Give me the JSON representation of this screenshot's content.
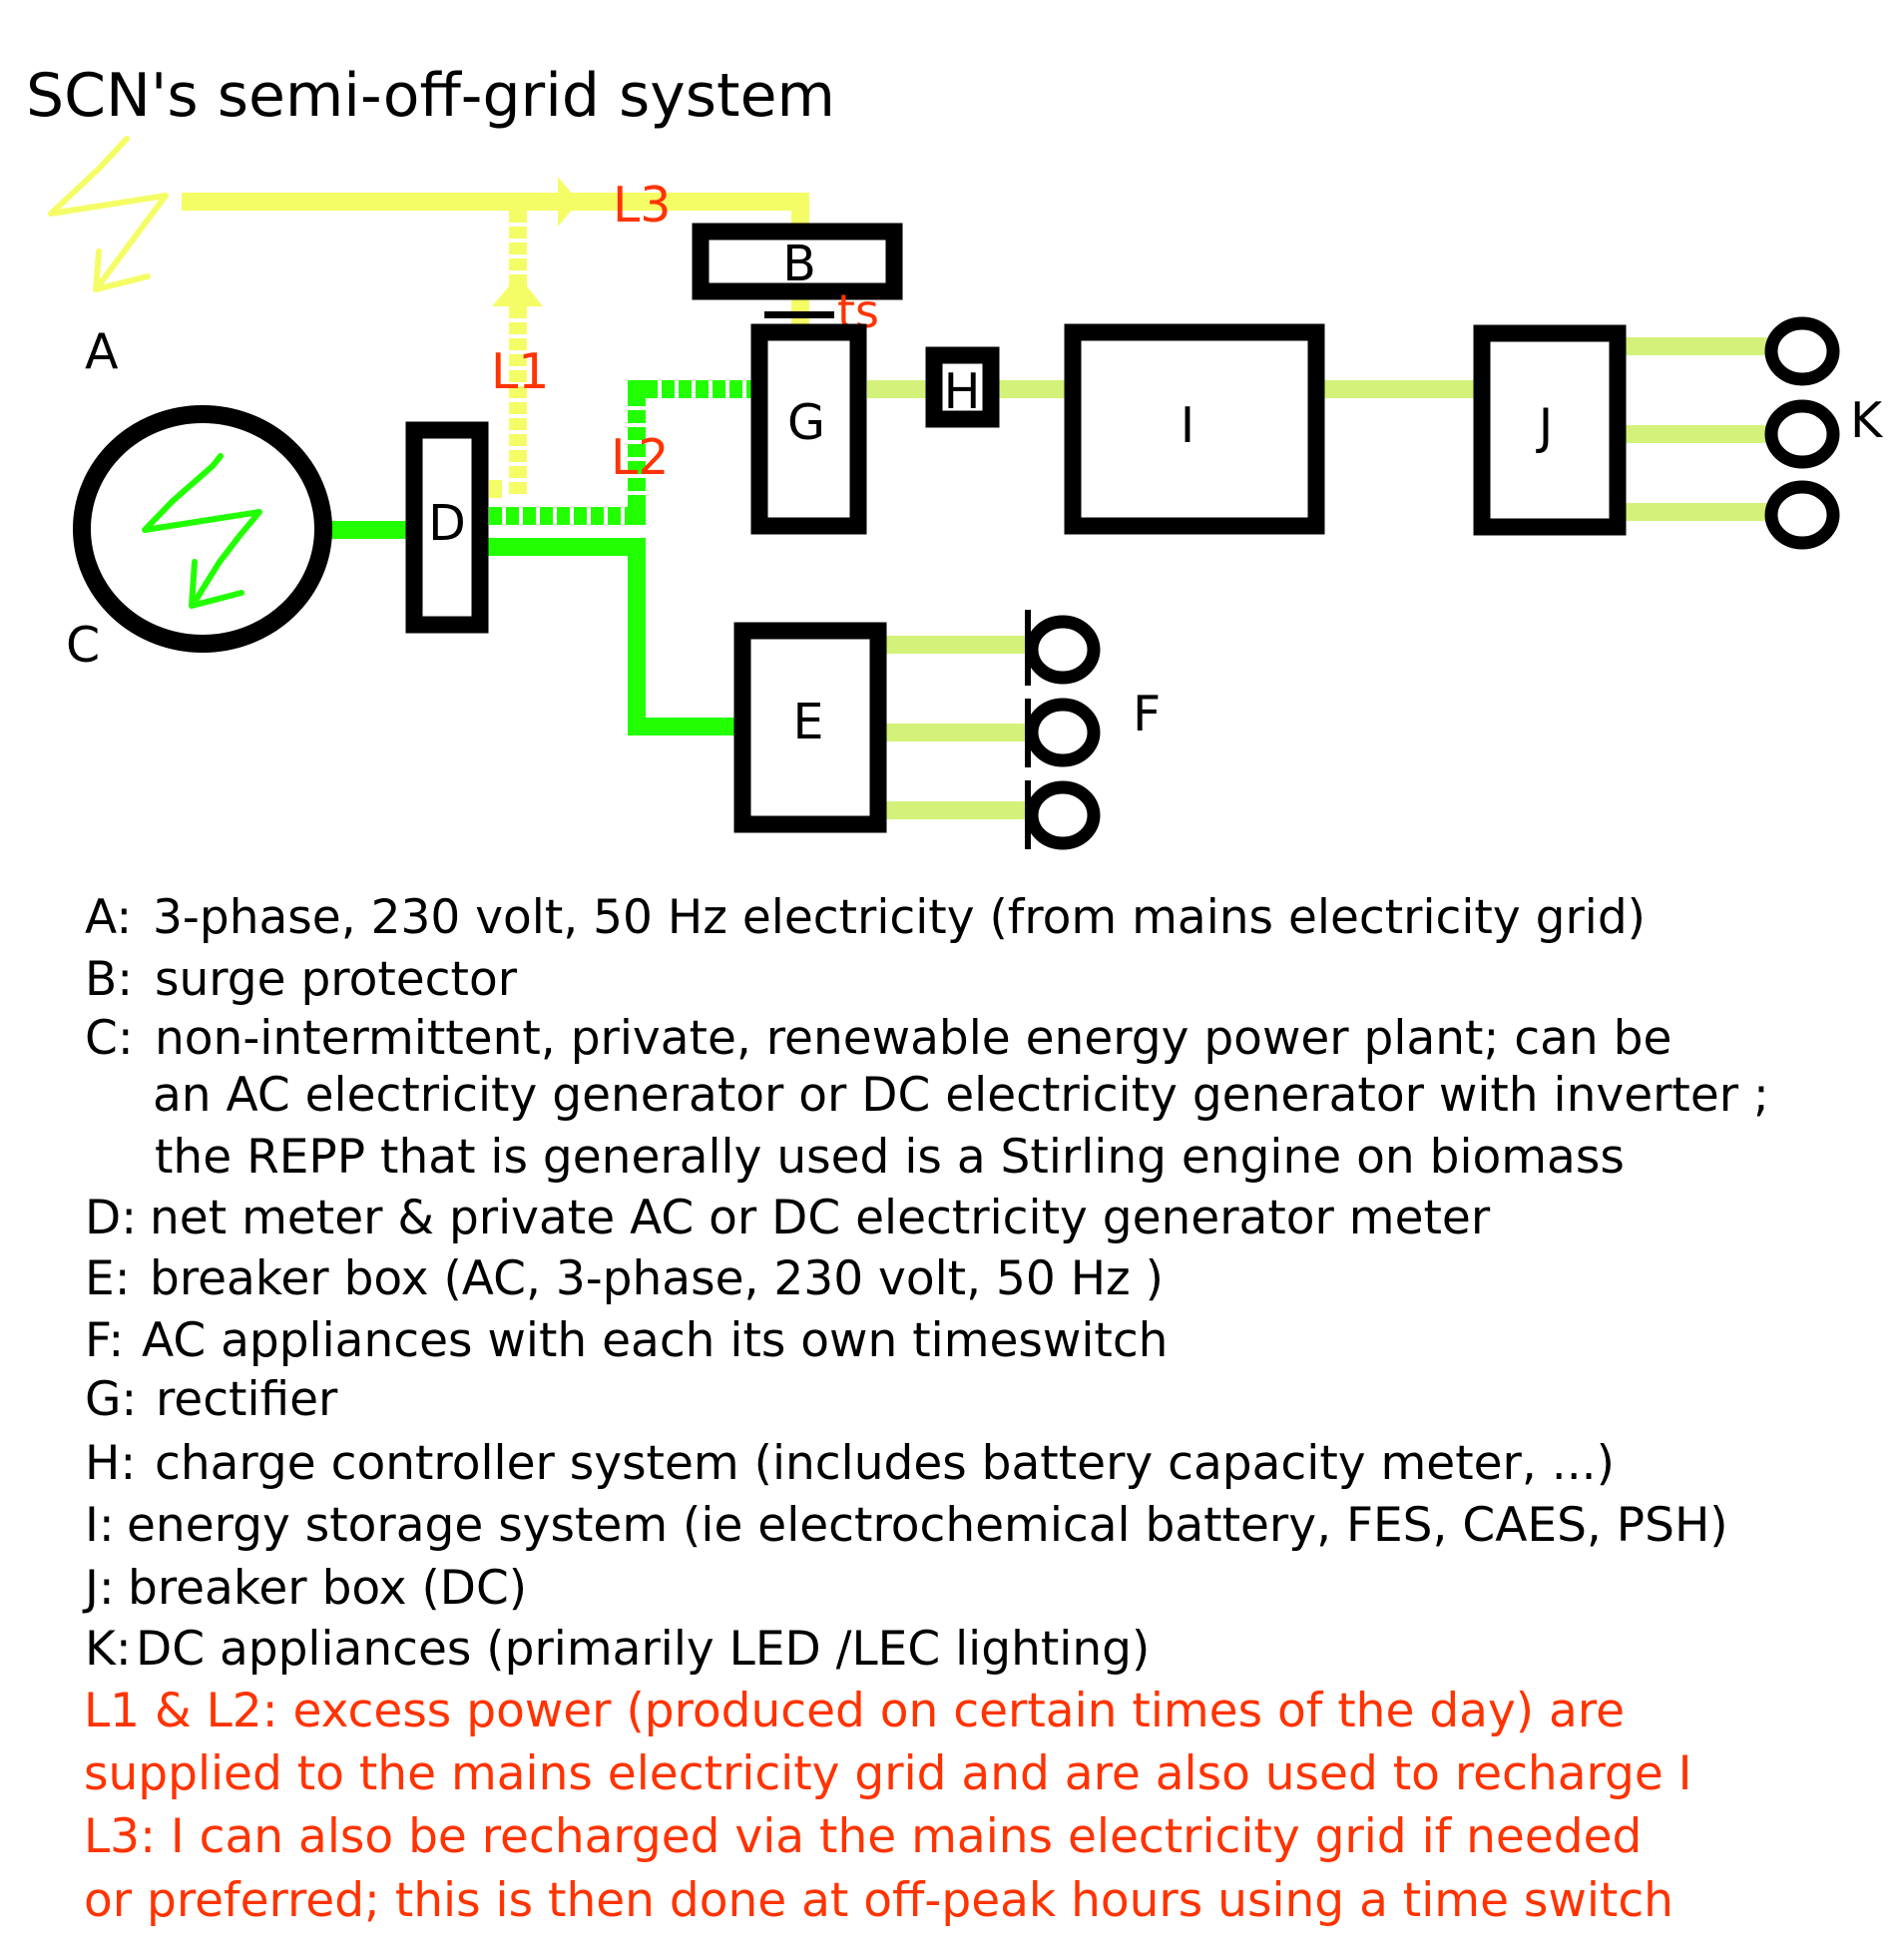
{
  "title": "SCN's semi-off-grid system",
  "colors": {
    "mains_yellow": "#f5fd66",
    "ac_green": "#22ff00",
    "dc_light_green": "#d4f27a",
    "label_red": "#ff3300",
    "outline": "#000000"
  },
  "diagram": {
    "labels": {
      "A": "A",
      "B": "B",
      "C": "C",
      "D": "D",
      "E": "E",
      "F": "F",
      "G": "G",
      "H": "H",
      "I": "I",
      "J": "J",
      "K": "K"
    },
    "line_labels": {
      "L1": "L1",
      "L2": "L2",
      "L3": "L3",
      "ts": "ts"
    }
  },
  "legend": {
    "items": [
      {
        "key": "A:",
        "text": "3-phase, 230 volt, 50 Hz electricity (from mains electricity grid)"
      },
      {
        "key": "B:",
        "text": "surge protector"
      },
      {
        "key": "C:",
        "text": "non-intermittent, private, renewable energy power plant; can be"
      },
      {
        "key": "",
        "text": "an AC electricity generator or DC electricity generator with inverter ;"
      },
      {
        "key": "",
        "text": "the REPP that is generally used is a Stirling engine on biomass"
      },
      {
        "key": "D:",
        "text": "net meter & private AC or DC electricity generator meter"
      },
      {
        "key": "E:",
        "text": "breaker box (AC, 3-phase, 230 volt, 50 Hz )"
      },
      {
        "key": "F:",
        "text": "AC appliances with each its own timeswitch"
      },
      {
        "key": "G:",
        "text": "rectifier"
      },
      {
        "key": "H:",
        "text": "charge controller system (includes battery capacity meter, ...)"
      },
      {
        "key": "I:",
        "text": "energy storage system (ie electrochemical battery, FES, CAES, PSH)"
      },
      {
        "key": "J:",
        "text": "breaker box (DC)"
      },
      {
        "key": "K:",
        "text": "DC appliances (primarily LED /LEC lighting)"
      }
    ],
    "notes": [
      "L1 & L2: excess power (produced on certain times of the day) are",
      "supplied to the mains electricity grid and are also used to recharge I",
      "L3: I can also be recharged via the mains electricity grid if needed",
      "or preferred; this is then done at off-peak hours using a time switch"
    ]
  }
}
